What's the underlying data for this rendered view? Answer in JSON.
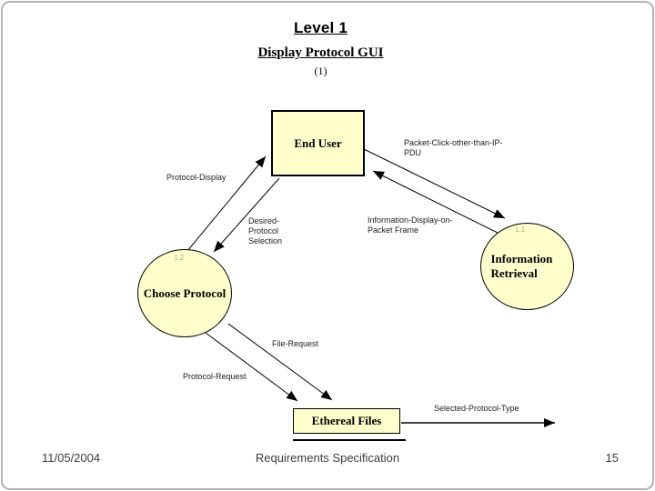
{
  "slide": {
    "title": "Level 1",
    "subtitle": "Display Protocol GUI",
    "figure_number": "(1)",
    "footer": {
      "date": "11/05/2004",
      "title": "Requirements Specification",
      "page": "15"
    }
  },
  "colors": {
    "node_fill": "#ffffcc",
    "node_border": "#000000",
    "process_id_text": "#ababa0",
    "frame_border": "#b3b3b3"
  },
  "diagram": {
    "nodes": {
      "end_user": {
        "type": "external-entity",
        "label": "End User"
      },
      "choose_protocol": {
        "type": "process",
        "id": "1.2",
        "label": "Choose Protocol"
      },
      "information_retrieval": {
        "type": "process",
        "id": "1.1",
        "lines": [
          "Information",
          "Retrieval"
        ]
      },
      "ethereal_files": {
        "type": "data-store",
        "label": "Ethereal Files"
      }
    },
    "flows": [
      {
        "name": "protocol-display",
        "from": "choose_protocol",
        "to": "end_user",
        "lines": [
          "Protocol-Display"
        ]
      },
      {
        "name": "desired-protocol-selection",
        "from": "end_user",
        "to": "choose_protocol",
        "lines": [
          "Desired-",
          "Protocol",
          "Selection"
        ]
      },
      {
        "name": "packet-click-other-than-ip-pdu",
        "from": "end_user",
        "to": "information_retrieval",
        "lines": [
          "Packet-Click-other-than-IP-",
          "PDU"
        ]
      },
      {
        "name": "information-display-on-packet-frame",
        "from": "information_retrieval",
        "to": "end_user",
        "lines": [
          "Information-Display-on-",
          "Packet Frame"
        ]
      },
      {
        "name": "file-request",
        "from": "choose_protocol",
        "to": "ethereal_files",
        "lines": [
          "File-Request"
        ]
      },
      {
        "name": "protocol-request",
        "from": "choose_protocol",
        "to": "ethereal_files",
        "lines": [
          "Protocol-Request"
        ]
      },
      {
        "name": "selected-protocol-type",
        "from": "ethereal_files",
        "to": "offpage",
        "lines": [
          "Selected-Protocol-Type"
        ]
      }
    ]
  }
}
